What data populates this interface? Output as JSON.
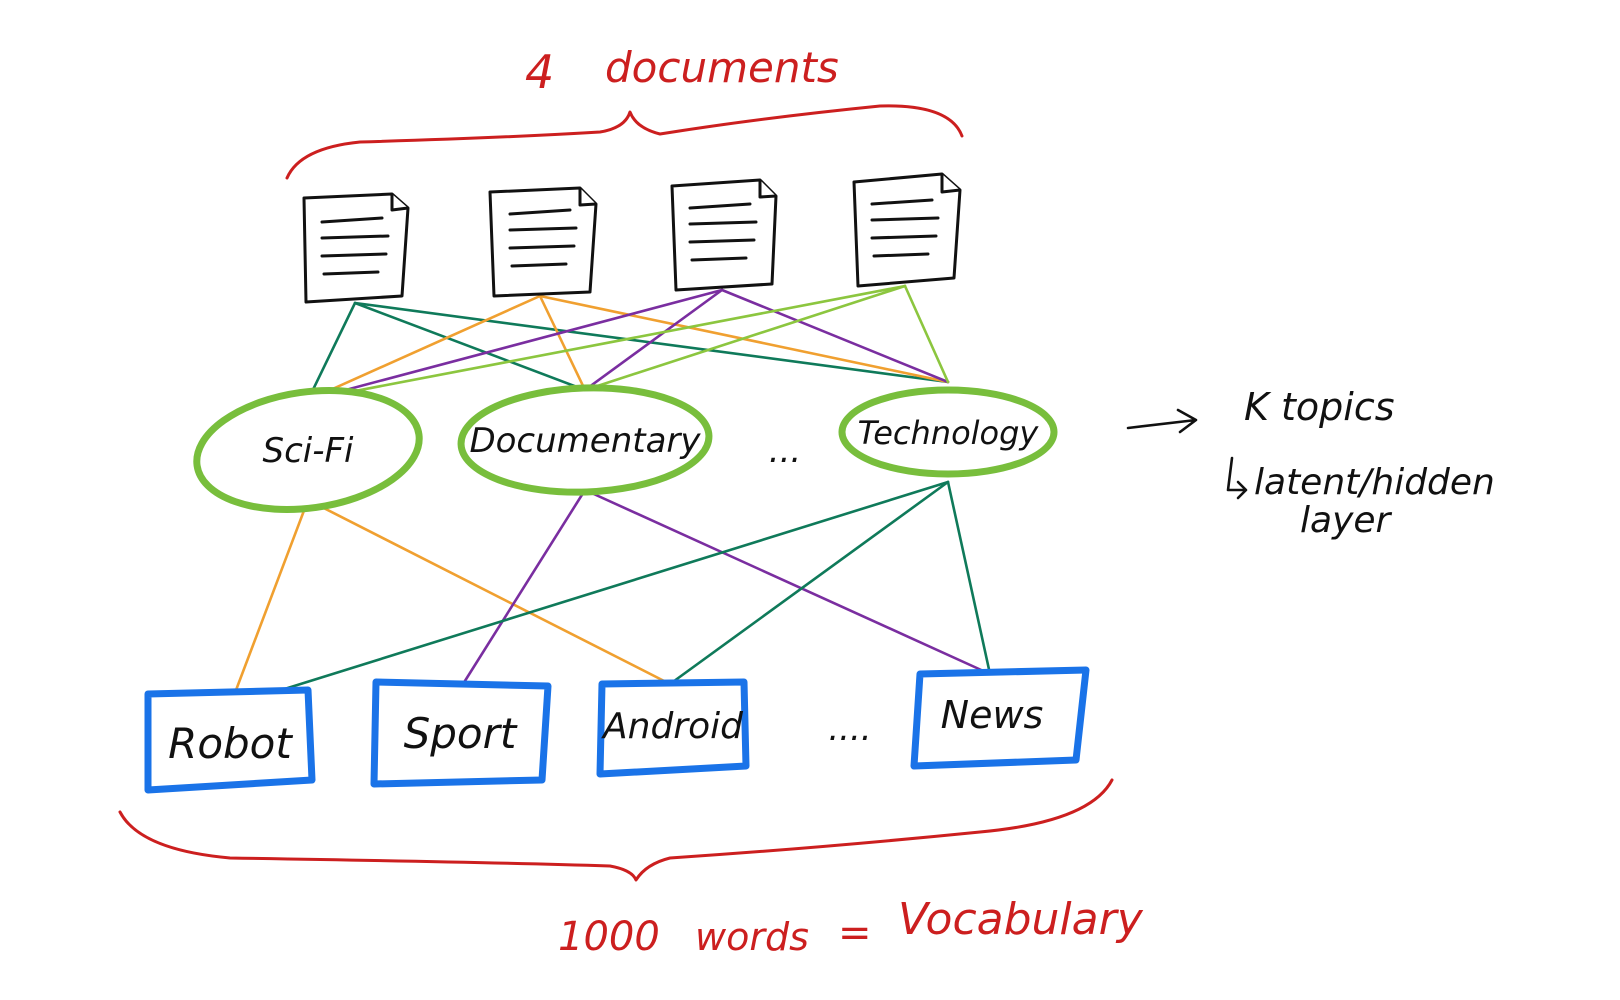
{
  "labels": {
    "documents_count": "4",
    "documents_word": "documents",
    "topic_arrow_line1": "K topics",
    "topic_arrow_line2": "latent/hidden",
    "topic_arrow_line3": "layer",
    "vocab_count": "1000",
    "vocab_word": "words",
    "vocab_equals": "=",
    "vocab_label": "Vocabulary"
  },
  "documents": [
    {
      "id": "doc-1"
    },
    {
      "id": "doc-2"
    },
    {
      "id": "doc-3"
    },
    {
      "id": "doc-4"
    }
  ],
  "topics": [
    {
      "id": "topic-scifi",
      "label": "Sci-Fi"
    },
    {
      "id": "topic-documentary",
      "label": "Documentary"
    },
    {
      "id": "topic-technology",
      "label": "Technology"
    }
  ],
  "topics_ellipsis": "...",
  "words": [
    {
      "id": "word-robot",
      "label": "Robot"
    },
    {
      "id": "word-sport",
      "label": "Sport"
    },
    {
      "id": "word-android",
      "label": "Android"
    },
    {
      "id": "word-news",
      "label": "News"
    }
  ],
  "words_ellipsis": "....",
  "colors": {
    "brace": "#cc1f1f",
    "topic_outline": "#78be3c",
    "word_outline": "#1a73e8",
    "edge_teal": "#0f7a5a",
    "edge_orange": "#f0a030",
    "edge_purple": "#7a2ea0",
    "edge_green": "#8cc63f"
  },
  "doc_topic_edges": [
    {
      "doc": "doc-1",
      "topic": "topic-scifi",
      "color": "edge_teal"
    },
    {
      "doc": "doc-1",
      "topic": "topic-documentary",
      "color": "edge_teal"
    },
    {
      "doc": "doc-1",
      "topic": "topic-technology",
      "color": "edge_teal"
    },
    {
      "doc": "doc-2",
      "topic": "topic-scifi",
      "color": "edge_orange"
    },
    {
      "doc": "doc-2",
      "topic": "topic-documentary",
      "color": "edge_orange"
    },
    {
      "doc": "doc-2",
      "topic": "topic-technology",
      "color": "edge_orange"
    },
    {
      "doc": "doc-3",
      "topic": "topic-scifi",
      "color": "edge_purple"
    },
    {
      "doc": "doc-3",
      "topic": "topic-documentary",
      "color": "edge_purple"
    },
    {
      "doc": "doc-3",
      "topic": "topic-technology",
      "color": "edge_purple"
    },
    {
      "doc": "doc-4",
      "topic": "topic-scifi",
      "color": "edge_green"
    },
    {
      "doc": "doc-4",
      "topic": "topic-documentary",
      "color": "edge_green"
    },
    {
      "doc": "doc-4",
      "topic": "topic-technology",
      "color": "edge_green"
    }
  ],
  "topic_word_edges": [
    {
      "topic": "topic-scifi",
      "word": "word-robot",
      "color": "edge_orange"
    },
    {
      "topic": "topic-scifi",
      "word": "word-android",
      "color": "edge_orange"
    },
    {
      "topic": "topic-documentary",
      "word": "word-sport",
      "color": "edge_purple"
    },
    {
      "topic": "topic-documentary",
      "word": "word-news",
      "color": "edge_purple"
    },
    {
      "topic": "topic-technology",
      "word": "word-robot",
      "color": "edge_teal"
    },
    {
      "topic": "topic-technology",
      "word": "word-android",
      "color": "edge_teal"
    },
    {
      "topic": "topic-technology",
      "word": "word-news",
      "color": "edge_teal"
    }
  ]
}
